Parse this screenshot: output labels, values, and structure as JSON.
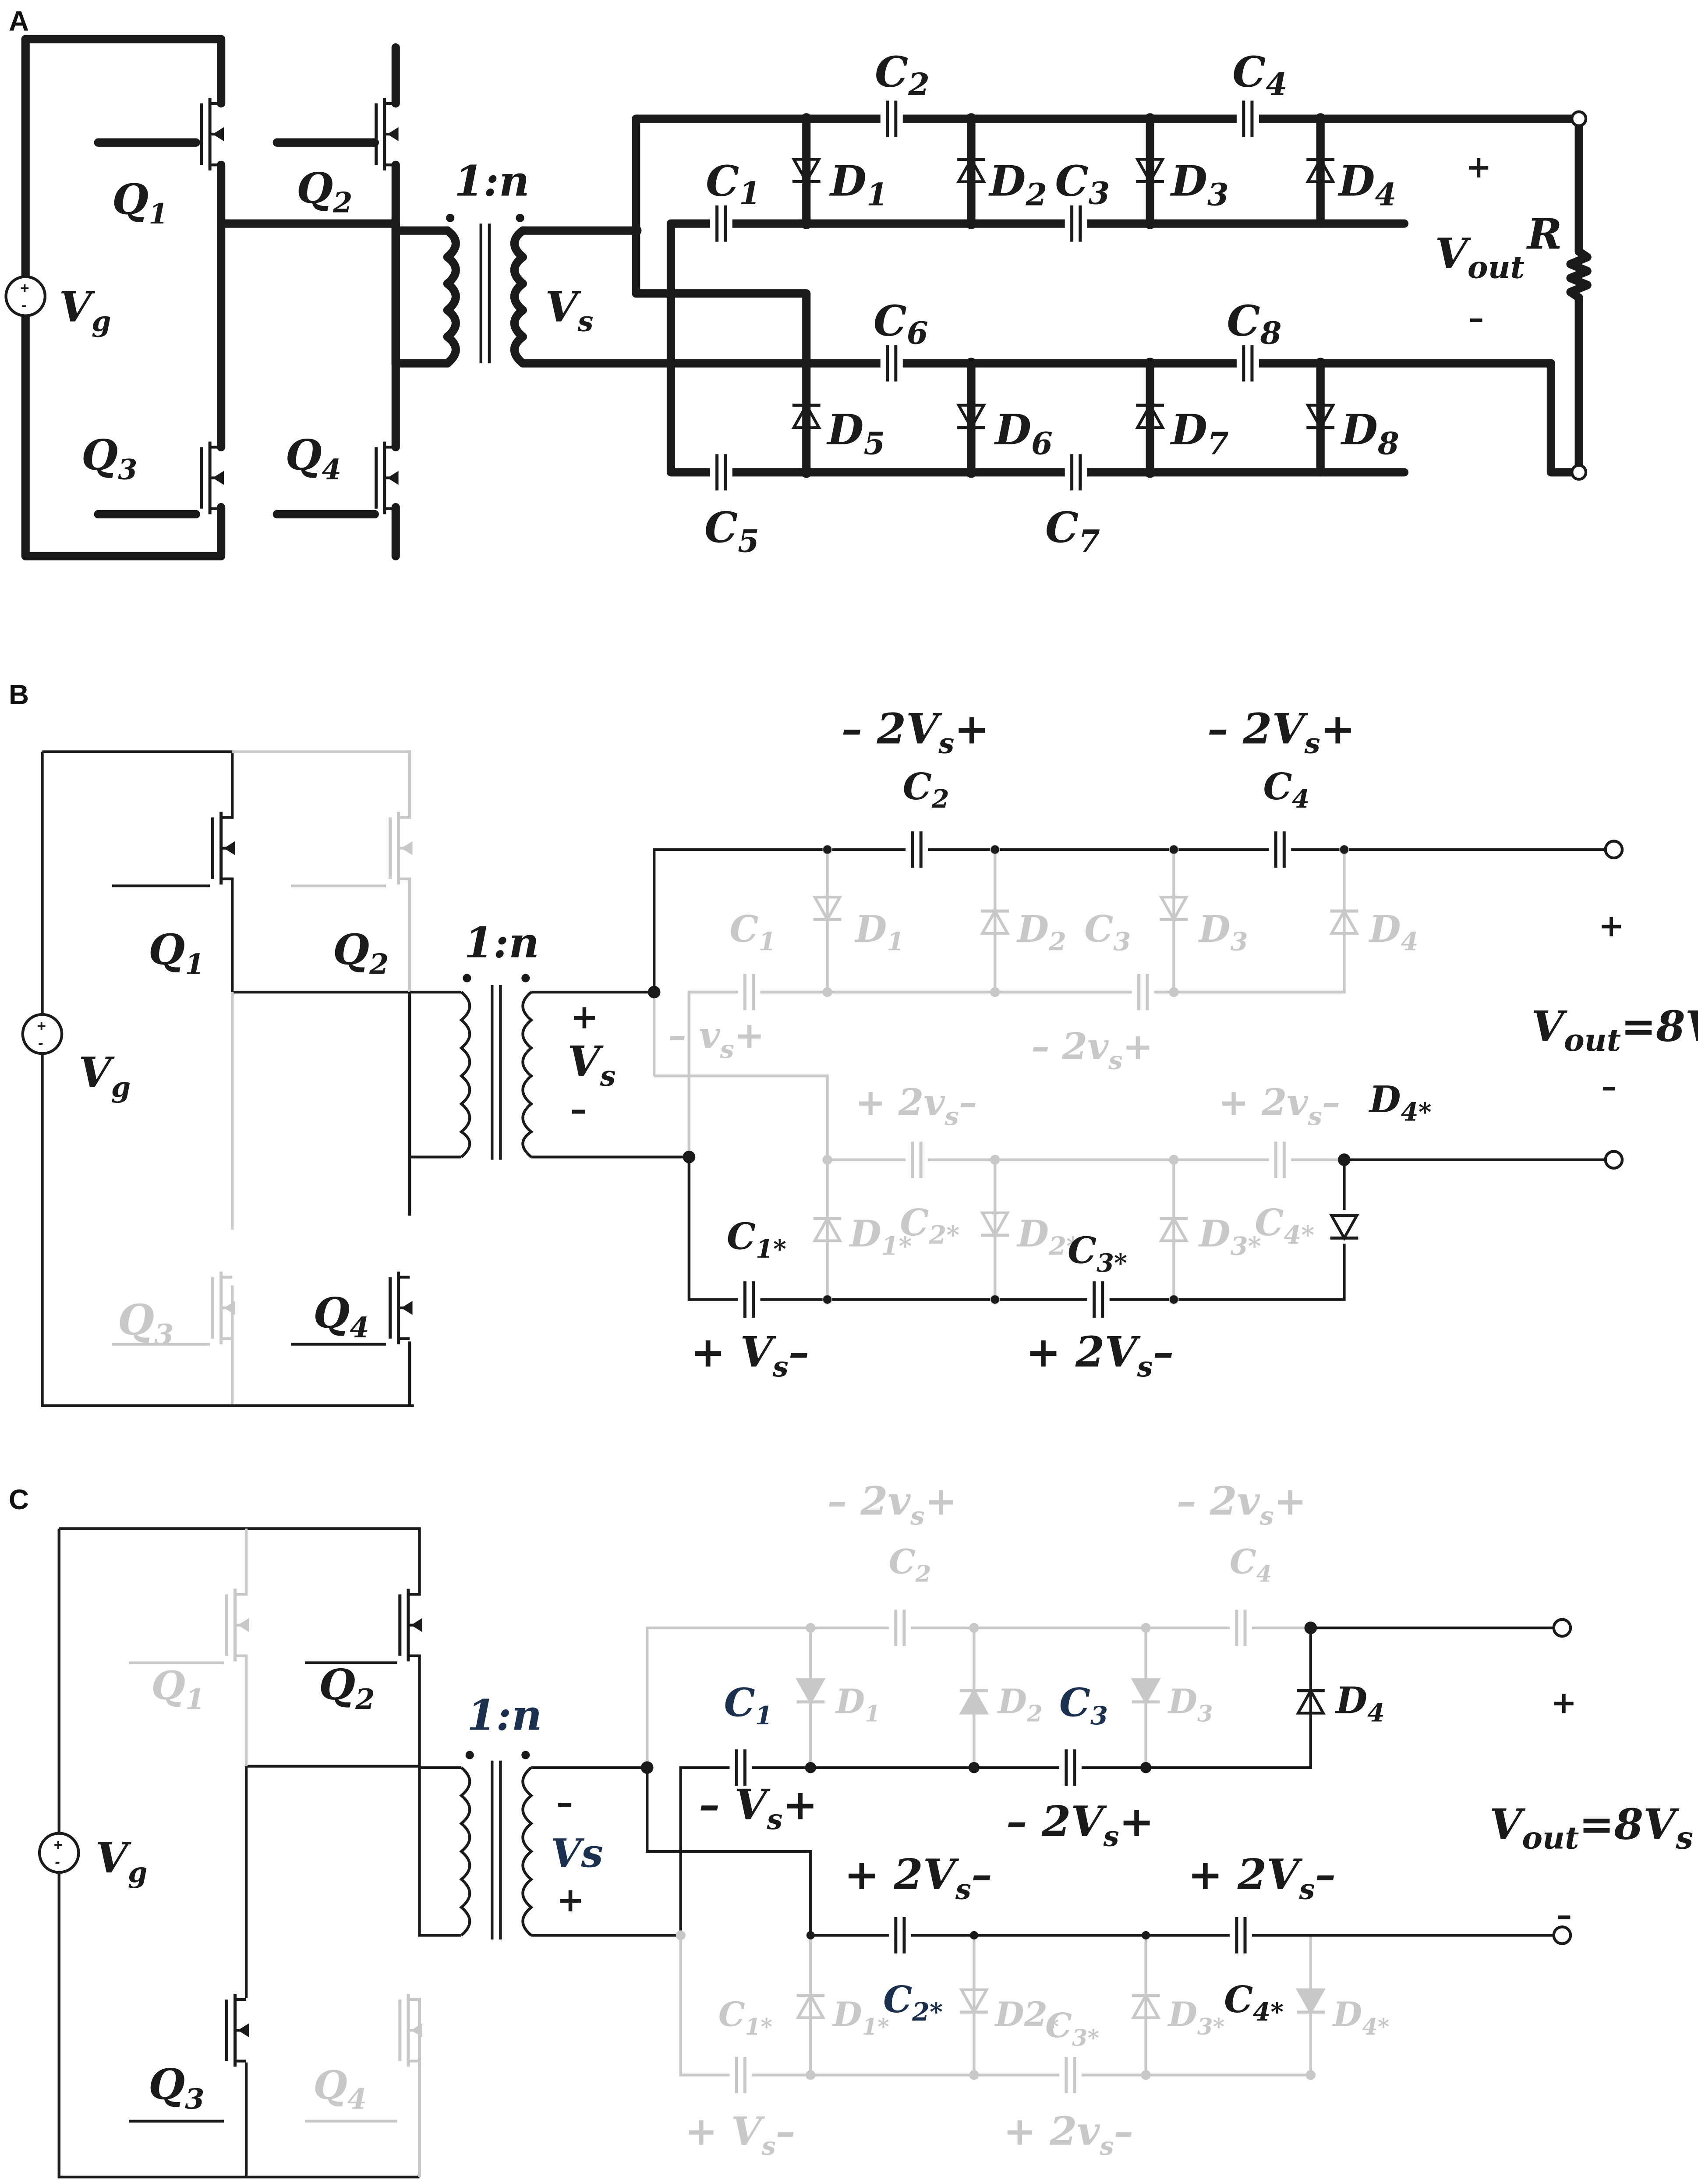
{
  "panels": {
    "a": {
      "tag": "A",
      "q1": "Q",
      "q1s": "1",
      "q2": "Q",
      "q2s": "2",
      "q3": "Q",
      "q3s": "3",
      "q4": "Q",
      "q4s": "4",
      "vg": "V",
      "vgs": "g",
      "ratio": "1:n",
      "vs": "V",
      "vss": "s",
      "c1": "C",
      "c1s": "1",
      "c2": "C",
      "c2s": "2",
      "c3": "C",
      "c3s": "3",
      "c4": "C",
      "c4s": "4",
      "c5": "C",
      "c5s": "5",
      "c6": "C",
      "c6s": "6",
      "c7": "C",
      "c7s": "7",
      "c8": "C",
      "c8s": "8",
      "d1": "D",
      "d1s": "1",
      "d2": "D",
      "d2s": "2",
      "d3": "D",
      "d3s": "3",
      "d4": "D",
      "d4s": "4",
      "d5": "D",
      "d5s": "5",
      "d6": "D",
      "d6s": "6",
      "d7": "D",
      "d7s": "7",
      "d8": "D",
      "d8s": "8",
      "vout": "V",
      "vouts": "out",
      "r": "R",
      "plus": "+",
      "minus": "–"
    },
    "b": {
      "tag": "B",
      "q1": "Q",
      "q1s": "1",
      "q2": "Q",
      "q2s": "2",
      "q3": "Q",
      "q3s": "3",
      "q4": "Q",
      "q4s": "4",
      "vg": "V",
      "vgs": "g",
      "ratio": "1:n",
      "vs": "V",
      "vss": "s",
      "vs_plus": "+",
      "vs_minus": "–",
      "c2_volt": "– 2V",
      "c2_volt_s": "s",
      "c2_volt_end": "+",
      "c4_volt": "– 2V",
      "c4_volt_s": "s",
      "c4_volt_end": "+",
      "c2": "C",
      "c2s": "2",
      "c4": "C",
      "c4s": "4",
      "c1": "C",
      "c1s": "1",
      "c3": "C",
      "c3s": "3",
      "d1": "D",
      "d1s": "1",
      "d2": "D",
      "d2s": "2",
      "d3": "D",
      "d3s": "3",
      "d4": "D",
      "d4s": "4",
      "c1_volt": "– v",
      "c1_volt_s": "s",
      "c1_volt_end": "+",
      "c3_volt": "– 2v",
      "c3_volt_s": "s",
      "c3_volt_end": "+",
      "c2x_volt": "+ 2v",
      "c2x_volt_s": "s",
      "c2x_volt_end": "–",
      "c4x_volt": "+ 2v",
      "c4x_volt_s": "s",
      "c4x_volt_end": "–",
      "d4x": "D",
      "d4xs": "4*",
      "c2x": "C",
      "c2xs": "2*",
      "c4x": "C",
      "c4xs": "4*",
      "d1x": "D",
      "d1xs": "1*",
      "d2x": "D",
      "d2xs": "2*",
      "d3x": "D",
      "d3xs": "3*",
      "c1x": "C",
      "c1xs": "1*",
      "c3x": "C",
      "c3xs": "3*",
      "c1x_volt": "+ V",
      "c1x_volt_s": "s",
      "c1x_volt_end": "–",
      "c3x_volt": "+ 2V",
      "c3x_volt_s": "s",
      "c3x_volt_end": "–",
      "out_plus": "+",
      "out_minus": "–",
      "vout": "V",
      "vouts": "out",
      "vout_eq": "=8V",
      "vout_eq_s": "s"
    },
    "c": {
      "tag": "C",
      "q1": "Q",
      "q1s": "1",
      "q2": "Q",
      "q2s": "2",
      "q3": "Q",
      "q3s": "3",
      "q4": "Q",
      "q4s": "4",
      "vg": "V",
      "vgs": "g",
      "ratio": "1:n",
      "vs": "Vs",
      "vs_minus": "–",
      "vs_plus": "+",
      "c2_volt": "– 2v",
      "c2_volt_s": "s",
      "c2_volt_end": "+",
      "c4_volt": "– 2v",
      "c4_volt_s": "s",
      "c4_volt_end": "+",
      "c2": "C",
      "c2s": "2",
      "c4": "C",
      "c4s": "4",
      "c1": "C",
      "c1s": "1",
      "c3": "C",
      "c3s": "3",
      "d1": "D",
      "d1s": "1",
      "d2": "D",
      "d2s": "2",
      "d3": "D",
      "d3s": "3",
      "d4": "D",
      "d4s": "4",
      "c1_volt": "– V",
      "c1_volt_s": "s",
      "c1_volt_end": "+",
      "c3_volt": "– 2V",
      "c3_volt_s": "s",
      "c3_volt_end": "+",
      "c2x_volt": "+ 2V",
      "c2x_volt_s": "s",
      "c2x_volt_end": "–",
      "c4x_volt": "+ 2V",
      "c4x_volt_s": "s",
      "c4x_volt_end": "–",
      "c2x": "C",
      "c2xs": "2*",
      "c4x": "C",
      "c4xs": "4*",
      "d1x": "D",
      "d1xs": "1*",
      "d2x": "D2",
      "d2xs": "*",
      "d3x": "D",
      "d3xs": "3*",
      "d4x": "D",
      "d4xs": "4*",
      "c1x": "C",
      "c1xs": "1*",
      "c3x": "C",
      "c3xs": "3*",
      "c1x_volt": "+ V",
      "c1x_volt_s": "s",
      "c1x_volt_end": "–",
      "c3x_volt": "+ 2v",
      "c3x_volt_s": "s",
      "c3x_volt_end": "–",
      "out_plus": "+",
      "out_minus": "–",
      "vout": "V",
      "vouts": "out",
      "vout_eq": "=8V",
      "vout_eq_s": "s"
    }
  }
}
